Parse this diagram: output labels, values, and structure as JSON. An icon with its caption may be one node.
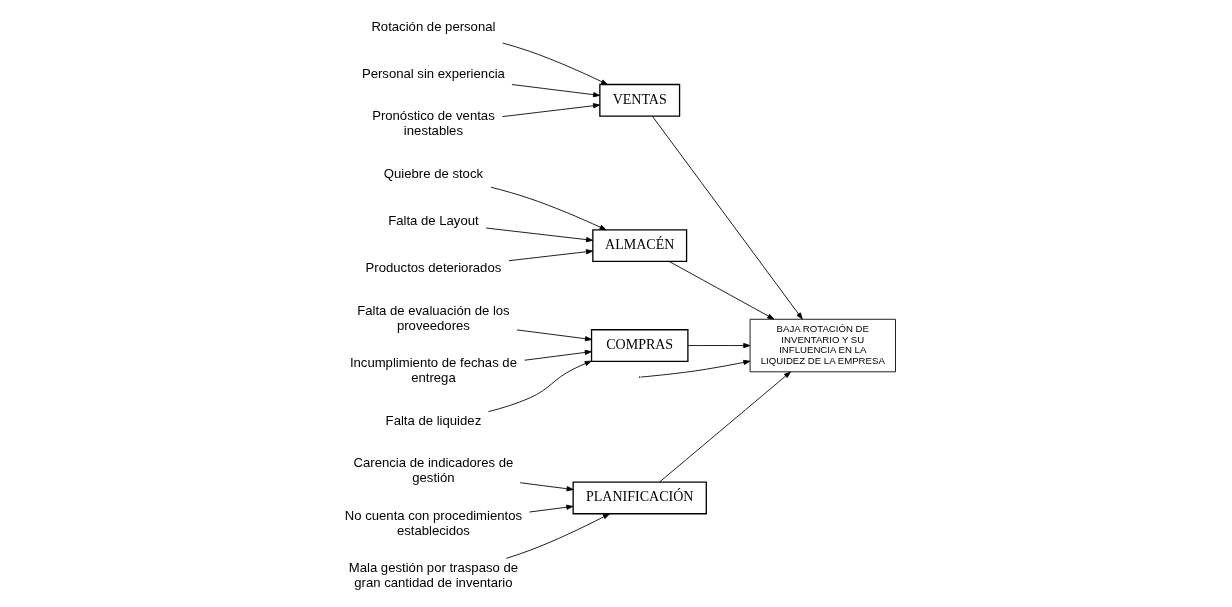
{
  "diagram": {
    "nodes": [
      {
        "text": [
          "PLANIFICACIÓN"
        ]
      },
      {
        "text": [
          "VENTAS"
        ]
      },
      {
        "text": [
          "Carencia de indicadores de gestión"
        ]
      },
      {
        "text": [
          "No cuenta con procedimientos establecidos"
        ]
      },
      {
        "text": [
          "Mala gestión por traspaso de gran cantidad de inventario"
        ]
      },
      {
        "text": [
          "Rotación de personal"
        ]
      },
      {
        "text": [
          "Personal sin experiencia"
        ]
      },
      {
        "text": [
          "Pronóstico de ventas inestables"
        ]
      },
      {
        "text": [
          "BAJA ROTACIÓN DE INVENTARIO Y SU INFLUENCIA EN LA LIQUIDEZ DE LA EMPRESA"
        ]
      },
      {
        "text": [
          "Quiebre de stock"
        ]
      },
      {
        "text": [
          "Falta de Layout"
        ]
      },
      {
        "text": [
          "Productos deteriorados"
        ]
      },
      {
        "text": [
          "Falta de evaluación de los proveedores"
        ]
      },
      {
        "text": [
          "Incumplimiento de fechas de entrega"
        ]
      },
      {
        "text": [
          "Falta de liquidez"
        ]
      },
      {
        "text": [
          "ALMACÉN"
        ]
      },
      {
        "text": [
          "COMPRAS"
        ]
      }
    ],
    "edges": [
      {
        "from": 2,
        "to": 0,
        "arrow": "to"
      },
      {
        "from": 3,
        "to": 0,
        "arrow": "to"
      },
      {
        "from": 4,
        "to": 0,
        "arrow": "to"
      },
      {
        "from": 5,
        "to": 1,
        "arrow": "to"
      },
      {
        "from": 6,
        "to": 1,
        "arrow": "to"
      },
      {
        "from": 7,
        "to": 1,
        "arrow": "to"
      },
      {
        "from": 9,
        "to": 15,
        "arrow": "to"
      },
      {
        "from": 10,
        "to": 15,
        "arrow": "to"
      },
      {
        "from": 11,
        "to": 15,
        "arrow": "to"
      },
      {
        "from": 12,
        "to": 16,
        "arrow": "to"
      },
      {
        "from": 13,
        "to": 16,
        "arrow": "to"
      },
      {
        "from": 14,
        "to": 16,
        "arrow": "to"
      },
      {
        "from": 0,
        "to": 8,
        "arrow": "to"
      },
      {
        "from": 15,
        "to": 8,
        "arrow": "to"
      },
      {
        "from": 1,
        "to": 8,
        "arrow": "to"
      },
      {
        "from": 16,
        "to": 8,
        "arrow": "to"
      },
      {
        "from": null,
        "to": 8,
        "arrow": "to"
      }
    ]
  }
}
